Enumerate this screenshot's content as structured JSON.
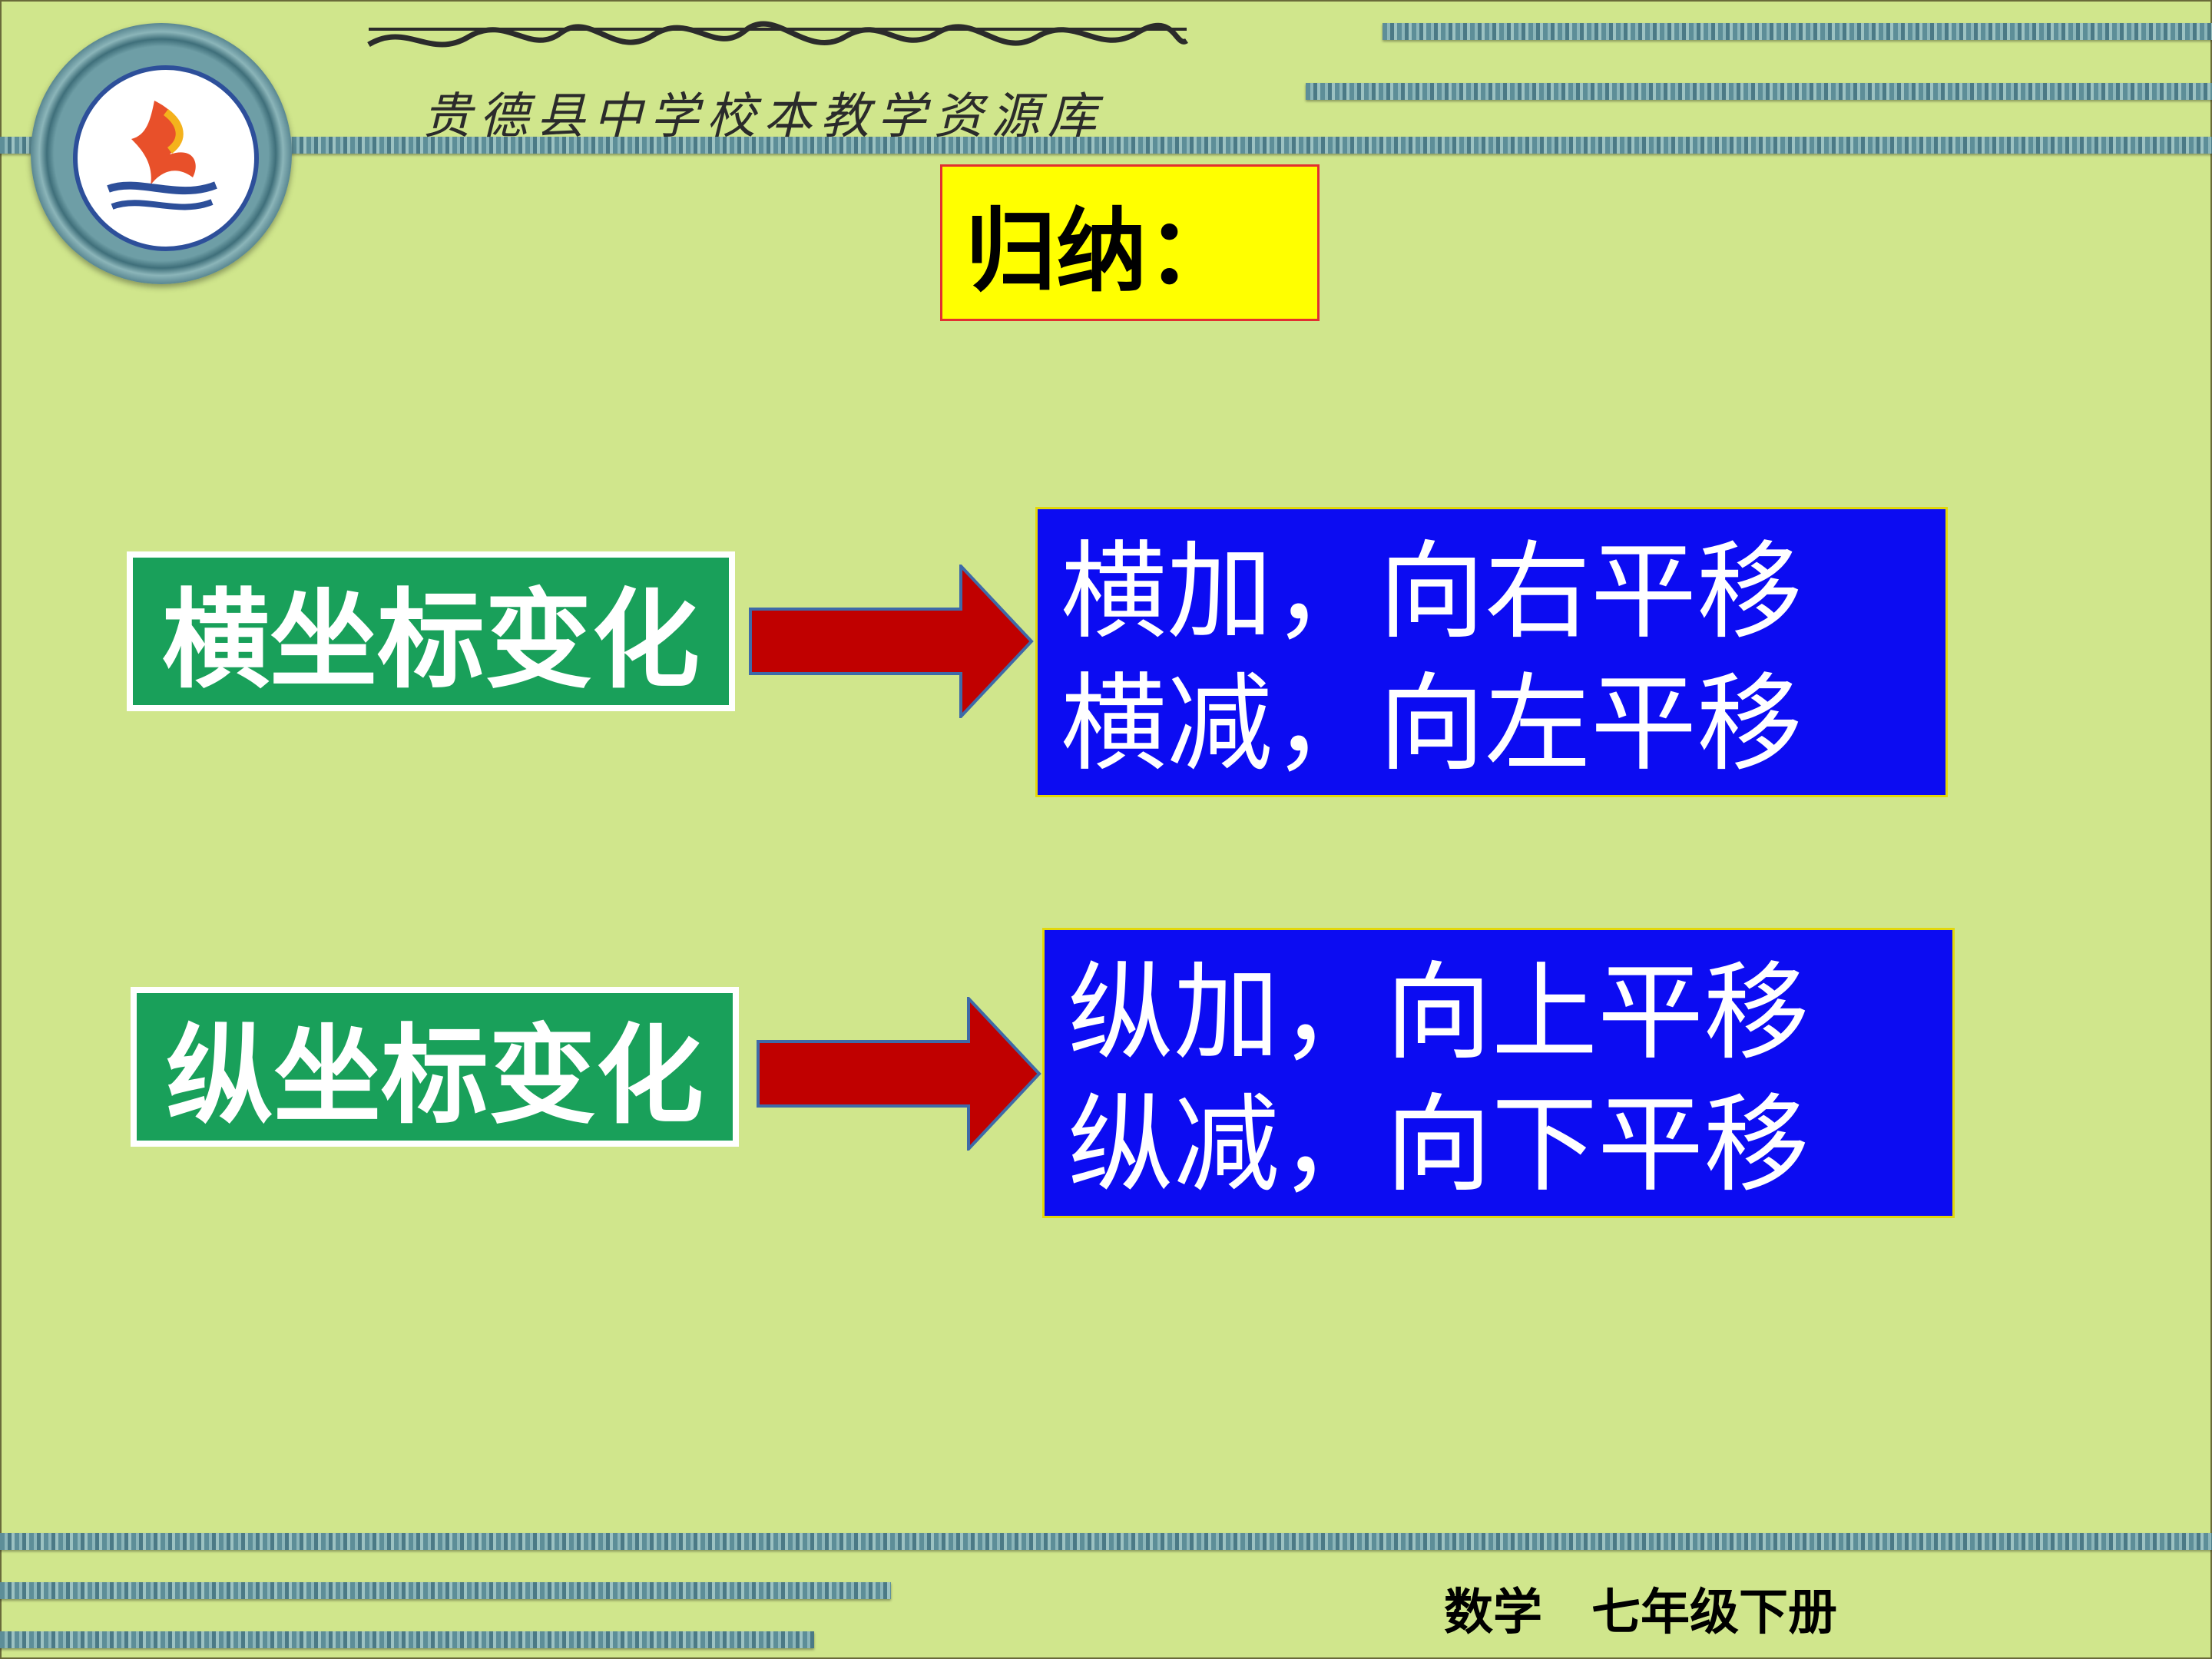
{
  "header": {
    "school_title": "贵德县中学校本教学资源库"
  },
  "slide": {
    "summary_title": "归纳："
  },
  "rows": [
    {
      "label": "横坐标变化",
      "rule_1": "横加，向右平移",
      "rule_2": "横减，向左平移"
    },
    {
      "label": "纵坐标变化",
      "rule_1": "纵加，向上平移",
      "rule_2": "纵减，向下平移"
    }
  ],
  "footer": {
    "subject": "数学　七年级下册"
  },
  "colors": {
    "background": "#d0e68c",
    "summary_fill": "#ffff00",
    "label_fill": "#19a05a",
    "rule_fill": "#0c0cf2",
    "arrow_fill": "#c00000"
  }
}
